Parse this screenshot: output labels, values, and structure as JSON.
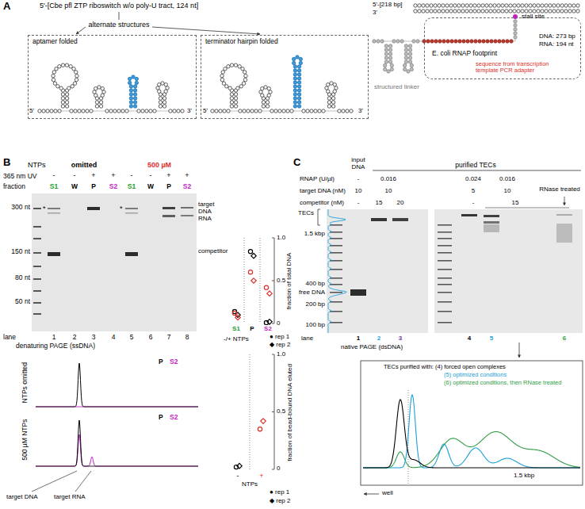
{
  "diagram": {
    "nodes": [
      {
        "text": [
          "aptamer folded"
        ]
      },
      {
        "text": [
          "terminator hairpin folded"
        ]
      },
      {
        "text": [
          "E. coli RNAP footprint"
        ]
      }
    ],
    "labels": [
      "A",
      "5'-[Cbe pfl ZTP riboswitch w/o poly-U tract, 124 nt]",
      "alternate structures",
      "5'",
      "3'",
      "5'",
      "3'",
      "5'-[218 bp]",
      "3'",
      "stall site",
      "DNA: 273 bp",
      "RNA: 194 nt",
      "sequence from transcription template PCR adapter",
      "structured linker",
      "B",
      "NTPs",
      "omitted",
      "500 µM",
      "365 nm UV",
      "-",
      "-",
      "+",
      "+",
      "-",
      "-",
      "+",
      "+",
      "fraction",
      "S1",
      "W",
      "P",
      "S2",
      "S1",
      "W",
      "P",
      "S2",
      "300 nt",
      "150 nt",
      "80 nt",
      "50 nt",
      "target",
      "DNA",
      "RNA",
      "competitor",
      "*",
      "*",
      "lane",
      "1",
      "2",
      "3",
      "4",
      "5",
      "6",
      "7",
      "8",
      "denaturing PAGE (ssDNA)",
      "fraction of total DNA",
      "1.0",
      "0.5",
      "0",
      "S1",
      "P",
      "S2",
      "-/+ NTPs",
      "● rep 1",
      "◆ rep 2",
      "NTPs omitted",
      "500 µM NTPs",
      "P",
      "S2",
      "P",
      "S2",
      "target DNA",
      "target RNA",
      "fraction of bead-bound DNA eluted",
      "1.0",
      "0.5",
      "0",
      "-",
      "+",
      "NTPs",
      "● rep 1",
      "◆ rep 2",
      "C",
      "input DNA",
      "purified TECs",
      "RNAP (U/µl)",
      "-",
      "0.016",
      "0.024",
      "0.016",
      "target DNA (nM)",
      "10",
      "10",
      "5",
      "10",
      "competitor (nM)",
      "-",
      "15",
      "20",
      "-",
      "15",
      "RNase treated",
      "TECs",
      "1.5 kbp",
      "400 bp",
      "free DNA",
      "200 bp",
      "100 bp",
      "lane",
      "1",
      "2",
      "3",
      "4",
      "5",
      "6",
      "native PAGE (dsDNA)",
      "TECs purified with: (4) forced open complexes",
      "(5) optimized conditions",
      "(6) optimized conditions, then RNase treated",
      "well",
      "1.5 kbp"
    ]
  }
}
